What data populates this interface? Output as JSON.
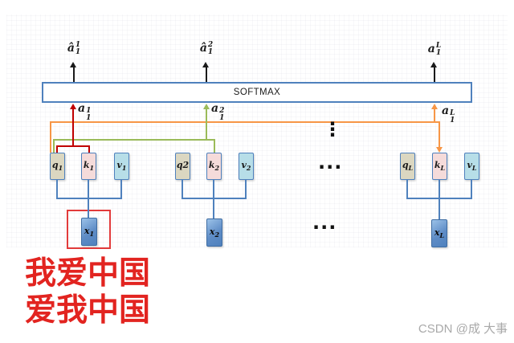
{
  "diagram": {
    "softmax_label": "SOFTMAX",
    "top_outputs": [
      {
        "base": "â",
        "sup": "1",
        "sub": "1"
      },
      {
        "base": "â",
        "sup": "2",
        "sub": "1"
      },
      {
        "base": "a",
        "sup": "L",
        "sub": "1"
      }
    ],
    "attention_scores": [
      {
        "base": "a",
        "sup": "1",
        "sub": "1"
      },
      {
        "base": "a",
        "sup": "2",
        "sub": "1"
      },
      {
        "base": "a",
        "sup": "L",
        "sub": "1"
      }
    ],
    "groups": [
      {
        "q": {
          "base": "q",
          "sub": "1"
        },
        "k": {
          "base": "k",
          "sub": "1"
        },
        "v": {
          "base": "v",
          "sub": "1"
        },
        "x": {
          "base": "x",
          "sub": "1"
        }
      },
      {
        "q": {
          "base": "q2",
          "sub": ""
        },
        "k": {
          "base": "k",
          "sub": "2"
        },
        "v": {
          "base": "v",
          "sub": "2"
        },
        "x": {
          "base": "x",
          "sub": "2"
        }
      },
      {
        "q": {
          "base": "q",
          "sub": "L"
        },
        "k": {
          "base": "k",
          "sub": "L"
        },
        "v": {
          "base": "v",
          "sub": "L"
        },
        "x": {
          "base": "x",
          "sub": "L"
        }
      }
    ],
    "ellipsis_vertical": "⋮",
    "ellipsis_mid_row": "...",
    "ellipsis_bottom_row": "...",
    "colors": {
      "line_blue": "#4f81bd",
      "score1_red": "#c00000",
      "score2_green": "#9bbb59",
      "scoreL_orange": "#f79646",
      "q_fill": "#dbd7c1",
      "k_fill": "#f5dbda",
      "v_fill": "#b7dee8",
      "x_fill": "#4f81bd",
      "highlight_red": "#e23b3b"
    }
  },
  "caption": {
    "line1": "我爱中国",
    "line2": "爱我中国",
    "color": "#e22420"
  },
  "watermark": {
    "text": "CSDN @成 大事"
  }
}
